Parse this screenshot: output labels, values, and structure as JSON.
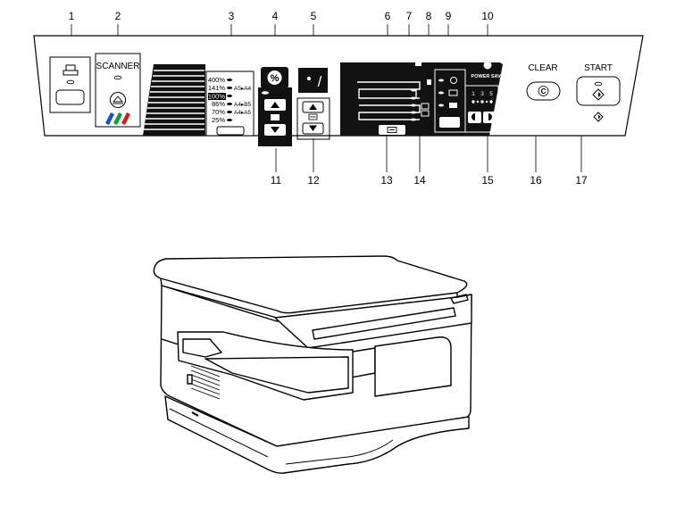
{
  "callouts": {
    "top": [
      "1",
      "2",
      "3",
      "4",
      "5",
      "6",
      "7",
      "8",
      "9",
      "10"
    ],
    "bottom": [
      "11",
      "12",
      "13",
      "14",
      "15",
      "16",
      "17"
    ]
  },
  "panel": {
    "scanner_label": "SCANNER",
    "ratios": [
      "400%",
      "141%",
      "100%",
      "86%",
      "70%",
      "25%"
    ],
    "paper_sizes": [
      "A5▸A4",
      "A4▸B5",
      "A4▸A5"
    ],
    "zoom_symbol": "%",
    "copy_counter": "/",
    "exposure_marks": [
      "1",
      "3",
      "5"
    ],
    "power_save_label": "POWER SAVE",
    "clear_label": "CLEAR",
    "clear_key": "C",
    "start_label": "START"
  }
}
